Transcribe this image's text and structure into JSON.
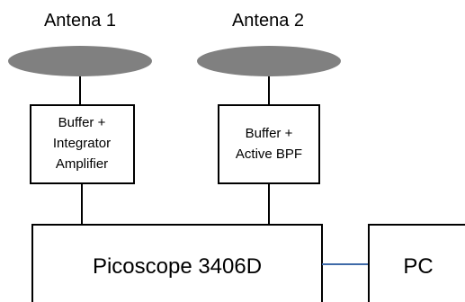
{
  "diagram": {
    "antenna_1": {
      "label": "Antena 1"
    },
    "antenna_2": {
      "label": "Antena 2"
    },
    "buffer_integrator": {
      "lines": [
        "Buffer +",
        "Integrator",
        "Amplifier"
      ]
    },
    "buffer_bpf": {
      "lines": [
        "Buffer +",
        "Active BPF"
      ]
    },
    "picoscope": {
      "label": "Picoscope 3406D"
    },
    "pc": {
      "label": "PC"
    }
  },
  "colors": {
    "antenna_fill": "#808080",
    "line": "#000000",
    "link": "#3f6aa8",
    "background": "#ffffff"
  }
}
